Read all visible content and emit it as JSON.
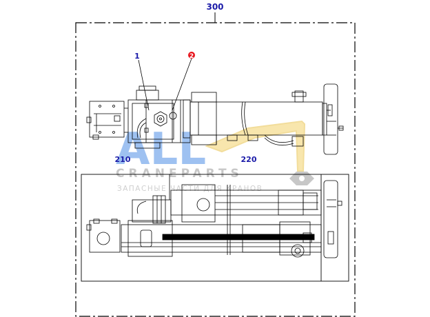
{
  "diagram": {
    "assembly_label": "300",
    "callouts": [
      {
        "id": "1",
        "text": "1",
        "highlight": false
      },
      {
        "id": "2",
        "text": "2",
        "highlight": true
      }
    ],
    "group_labels": [
      {
        "id": "210",
        "text": "210"
      },
      {
        "id": "220",
        "text": "220"
      }
    ],
    "colors": {
      "callout_text": "#1a1aa8",
      "highlight_fill": "#e8141c",
      "line": "#000000",
      "watermark_blue": "#4f8fe6",
      "watermark_yellow": "#f4d36b",
      "watermark_gray": "#9a9a9a"
    }
  },
  "watermark": {
    "logo_letters": "ALL",
    "brand_text": "CRANEPARTS",
    "tagline": "ЗАПАСНЫЕ ЧАСТИ ДЛЯ КРАНОВ"
  }
}
